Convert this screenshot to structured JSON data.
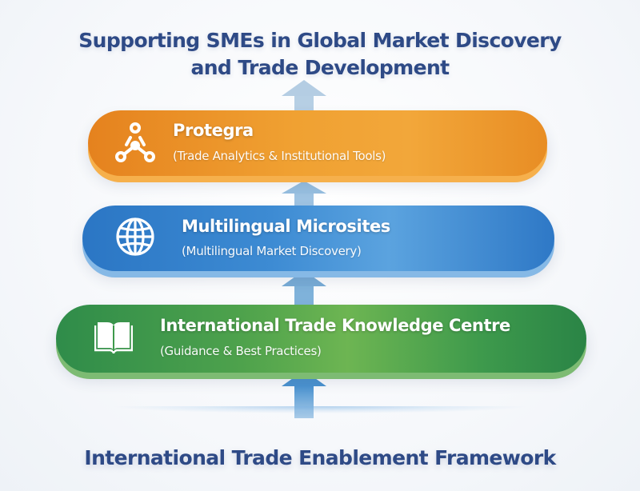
{
  "header": {
    "title_line1": "Supporting SMEs in Global Market Discovery",
    "title_line2": "and Trade Development"
  },
  "layers": [
    {
      "id": "protegra",
      "title": "Protegra",
      "subtitle": "(Trade Analytics & Institutional Tools)",
      "icon": "network-nodes-icon",
      "color": "#ee9a2e"
    },
    {
      "id": "microsites",
      "title": "Multilingual Microsites",
      "subtitle": "(Multilingual Market Discovery)",
      "icon": "globe-icon",
      "color": "#3a86d0"
    },
    {
      "id": "knowledge-centre",
      "title": "International Trade Knowledge Centre",
      "subtitle": "(Guidance & Best Practices)",
      "icon": "open-book-icon",
      "color": "#4ea24c"
    }
  ],
  "arrows": {
    "direction": "up",
    "color": "#8fb8dc"
  },
  "footer": {
    "title": "International Trade Enablement Framework"
  },
  "colors": {
    "title_text": "#2e4a86",
    "orange": "#ee9a2e",
    "blue": "#3a86d0",
    "green": "#4ea24c"
  }
}
